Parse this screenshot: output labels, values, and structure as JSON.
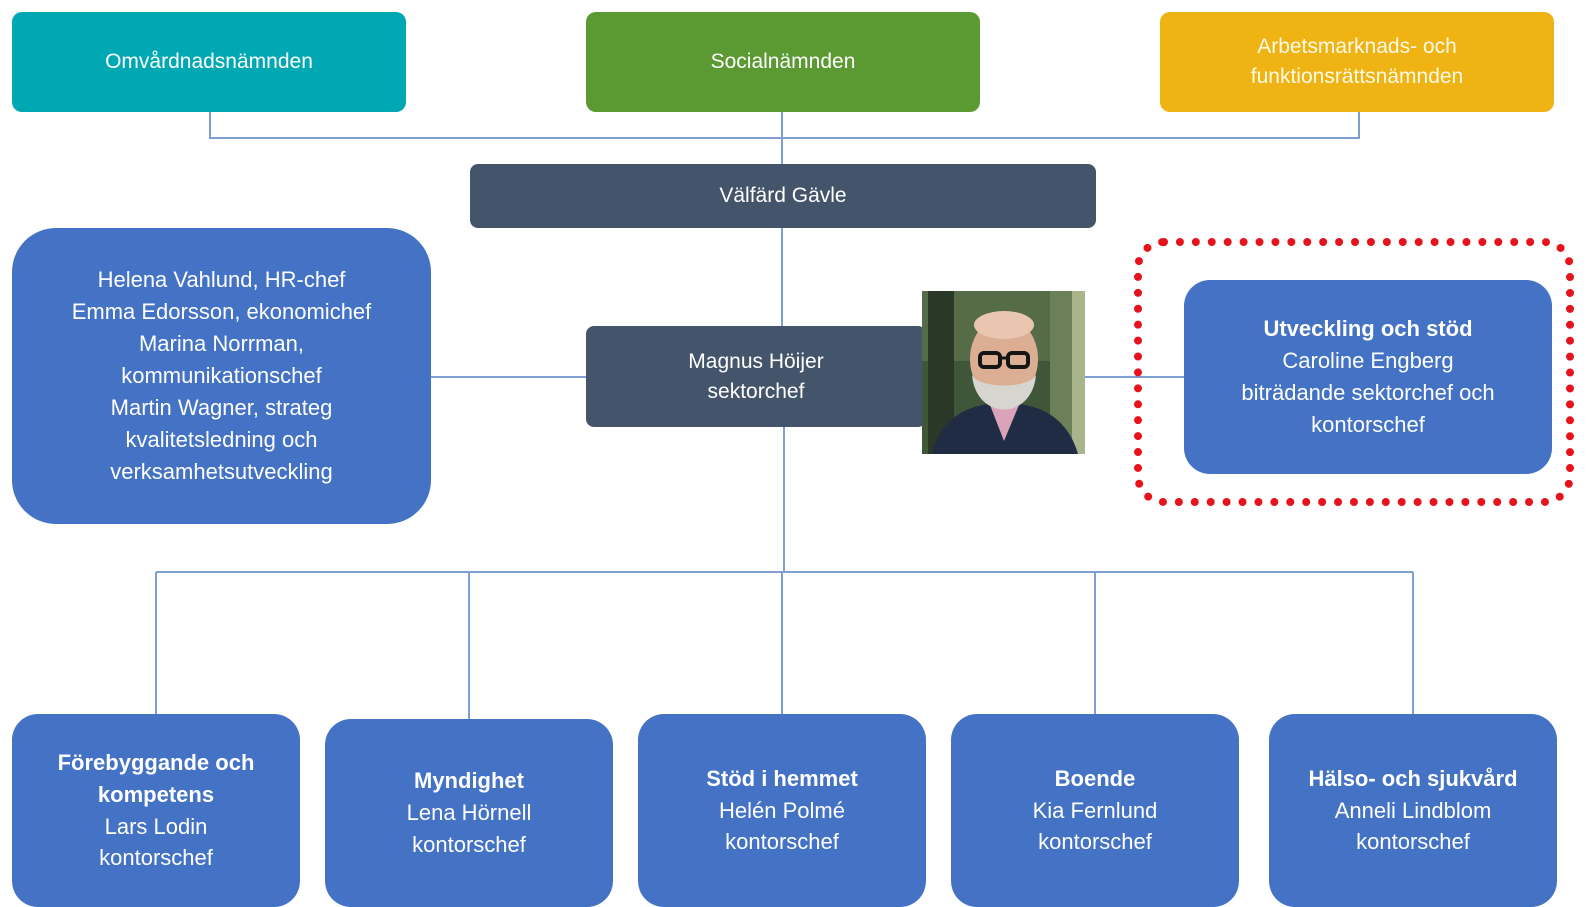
{
  "boards": {
    "omvardnad": "Omvårdnadsnämnden",
    "social": "Socialnämnden",
    "arbetsmarknad_line1": "Arbetsmarknads- och",
    "arbetsmarknad_line2": "funktionsrättsnämnden"
  },
  "organization": "Välfärd Gävle",
  "head": {
    "name": "Magnus Höijer",
    "title": "sektorchef"
  },
  "staff": {
    "lines": [
      "Helena Vahlund, HR-chef",
      "Emma Edorsson, ekonomichef",
      "Marina Norrman,",
      "kommunikationschef",
      "Martin Wagner, strateg",
      "kvalitetsledning och",
      "verksamhetsutveckling"
    ]
  },
  "support_unit": {
    "title": "Utveckling och stöd",
    "lines": [
      "Caroline Engberg",
      "biträdande sektorchef och",
      "kontorschef"
    ]
  },
  "offices": [
    {
      "title_lines": [
        "Förebyggande och",
        "kompetens"
      ],
      "name": "Lars Lodin",
      "role": "kontorschef"
    },
    {
      "title_lines": [
        "Myndighet"
      ],
      "name": "Lena Hörnell",
      "role": "kontorschef"
    },
    {
      "title_lines": [
        "Stöd i hemmet"
      ],
      "name": "Helén Polmé",
      "role": "kontorschef"
    },
    {
      "title_lines": [
        "Boende"
      ],
      "name": "Kia Fernlund",
      "role": "kontorschef"
    },
    {
      "title_lines": [
        "Hälso- och sjukvård"
      ],
      "name": "Anneli Lindblom",
      "role": "kontorschef"
    }
  ],
  "colors": {
    "teal": "#00a8b4",
    "green": "#5b9a32",
    "gold": "#f0b314",
    "dark": "#44546a",
    "blue": "#4472c4",
    "connector": "#7f9fd3",
    "highlight": "#e8121b"
  }
}
